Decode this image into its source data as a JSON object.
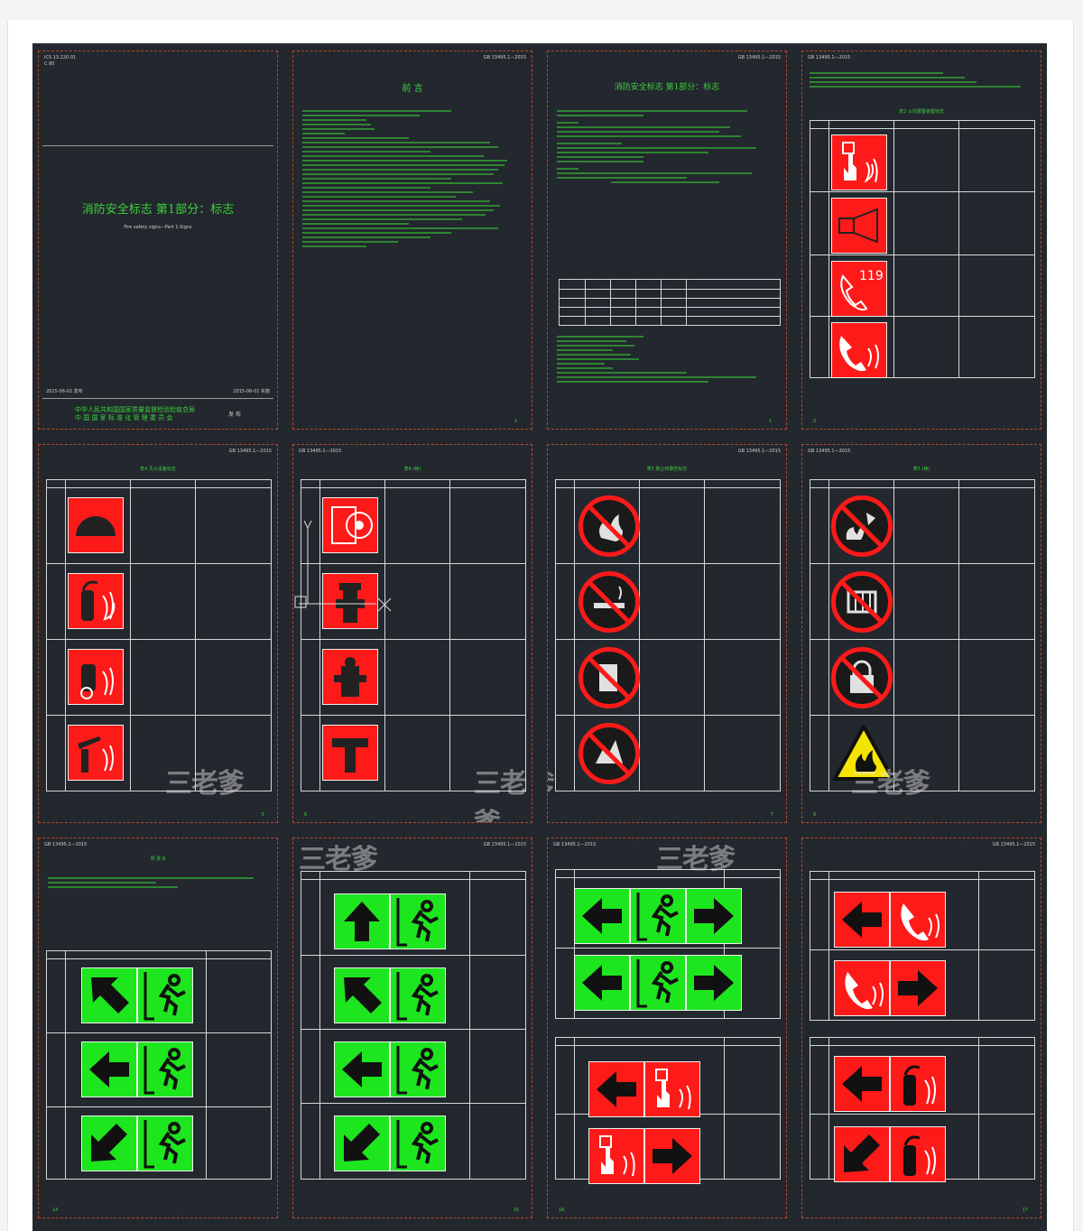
{
  "doc": {
    "standard_code": "GB 13495.1—2015",
    "ics": "ICS 13.220.01",
    "cn": "C 80",
    "cover_title": "消防安全标志  第1部分：标志",
    "cover_subtitle": "Fire safety signs—Part 1:Signs",
    "issue_date": "2015-06-02 发布",
    "effective_date": "2015-08-01 实施",
    "issuer_1": "中华人民共和国国家质量监督检验检疫总局",
    "issuer_2": "中 国 国 家 标 准 化 管 理 委 员 会",
    "issue_word": "发 布"
  },
  "foreword": {
    "title": "前    言"
  },
  "main_title": "消防安全标志  第1部分：标志",
  "sections": {
    "alarm": "表2 火灾报警装置标志",
    "equipment": "表4 灭火设备标志",
    "equipment_cont": "表4 (续)",
    "prohibit": "表5 禁止和警告标志",
    "prohibit_cont": "表5 (续)",
    "annex": "附  录  B"
  },
  "watermark": "三老爹",
  "page_numbers": [
    "1",
    "1",
    "2",
    "5",
    "6",
    "7",
    "8",
    "14",
    "15",
    "16",
    "17"
  ],
  "colors": {
    "sign_red": "#ff1a1a",
    "sign_green": "#1ee61e",
    "line_green": "#3bd13b",
    "frame_red": "#b54a2a"
  },
  "icons": [
    "alarm-button-icon",
    "siren-icon",
    "phone-119-icon",
    "phone-icon",
    "fire-equipment-icon",
    "extinguisher-icon",
    "hose-reel-icon",
    "hydrant-icon",
    "no-fire-icon",
    "no-smoking-icon",
    "exit-running-man-icon",
    "arrow-icon",
    "flammable-warning-icon"
  ]
}
